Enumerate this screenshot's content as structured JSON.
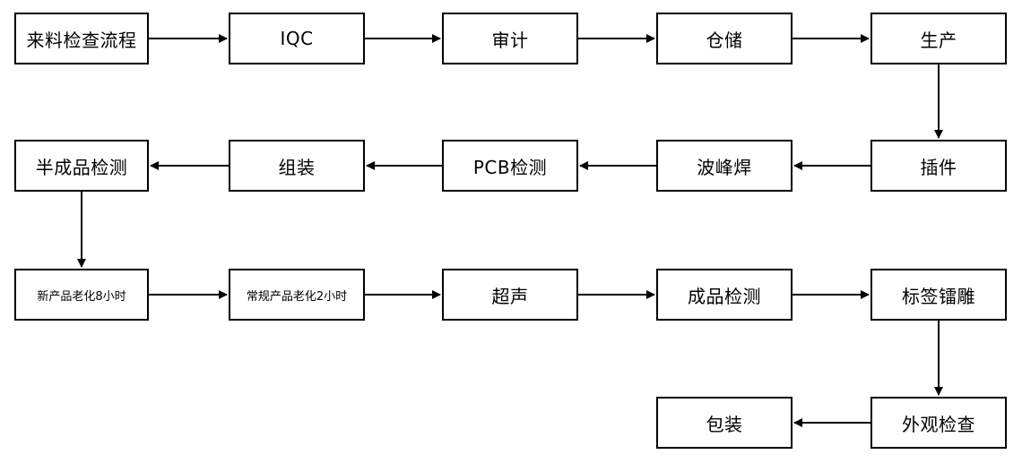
{
  "nodes": {
    "n1": "来料检查流程",
    "n2": "IQC",
    "n3": "审计",
    "n4": "仓储",
    "n5": "生产",
    "n6": "插件",
    "n7": "波峰焊",
    "n8": "PCB检测",
    "n9": "组装",
    "n10": "半成品检测",
    "n11": "新产品老化8小时",
    "n12": "常规产品老化2小时",
    "n13": "超声",
    "n14": "成品检测",
    "n15": "标签镭雕",
    "n16": "外观检查",
    "n17": "包装"
  },
  "colors": {
    "stroke": "#000000",
    "background": "#ffffff"
  }
}
